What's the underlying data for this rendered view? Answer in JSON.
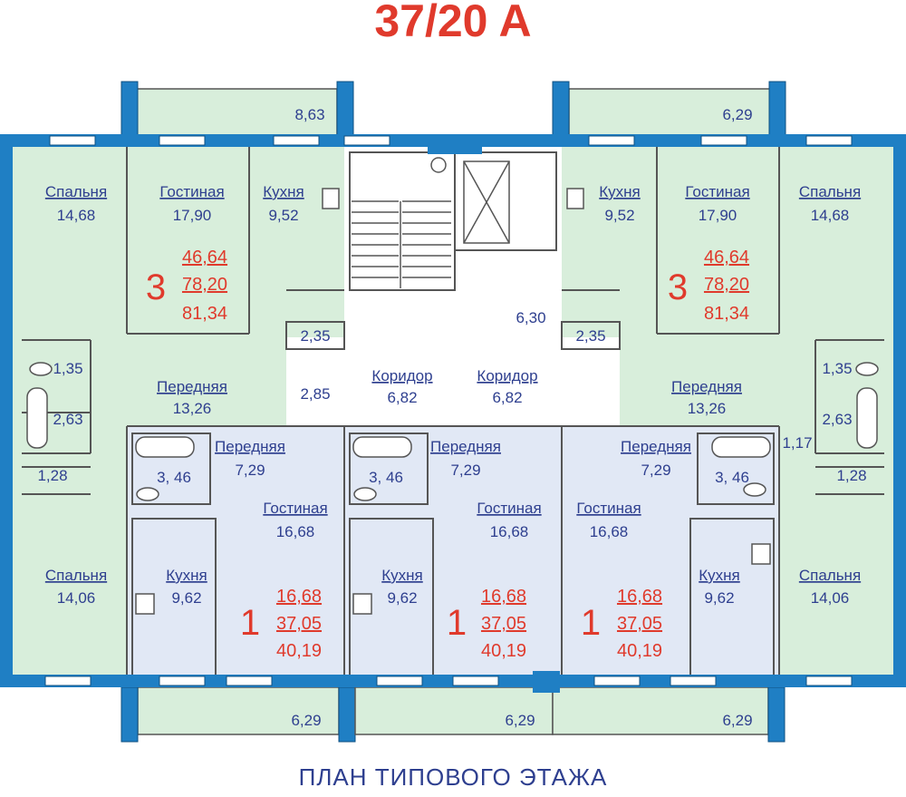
{
  "title": "37/20 A",
  "footer": "ПЛАН ТИПОВОГО ЭТАЖА",
  "colors": {
    "wall": "#1f7fc4",
    "green": "#d8eedb",
    "blue_room": "#e1e8f5",
    "stair": "#ffffff",
    "accent_red": "#e03a2c",
    "text_blue": "#2e3f8f"
  },
  "balconies": {
    "top_left": "8,63",
    "top_right": "6,29",
    "bottom_left": "6,29",
    "bottom_mid": "6,29",
    "bottom_right": "6,29"
  },
  "apt3_left": {
    "bedroom": {
      "label": "Спальня",
      "area": "14,68"
    },
    "living": {
      "label": "Гостиная",
      "area": "17,90"
    },
    "kitchen": {
      "label": "Кухня",
      "area": "9,52"
    },
    "closet": "2,35",
    "wc": "1,35",
    "bath": "2,63",
    "storage": "1,28",
    "hall": {
      "label": "Передняя",
      "area": "13,26"
    },
    "vestibule": "2,85",
    "bedroom2": {
      "label": "Спальня",
      "area": "14,06"
    },
    "rooms": "3",
    "living_area": "46,64",
    "total_area": "78,20",
    "full_area": "81,34"
  },
  "apt3_right": {
    "bedroom": {
      "label": "Спальня",
      "area": "14,68"
    },
    "living": {
      "label": "Гостиная",
      "area": "17,90"
    },
    "kitchen": {
      "label": "Кухня",
      "area": "9,52"
    },
    "closet": "2,35",
    "wc": "1,35",
    "bath": "2,63",
    "storage1": "1,17",
    "storage": "1,28",
    "hall": {
      "label": "Передняя",
      "area": "13,26"
    },
    "bedroom2": {
      "label": "Спальня",
      "area": "14,06"
    },
    "rooms": "3",
    "living_area": "46,64",
    "total_area": "78,20",
    "full_area": "81,34"
  },
  "stair": {
    "area": "6,30"
  },
  "corridor_left": {
    "label": "Коридор",
    "area": "6,82"
  },
  "corridor_right": {
    "label": "Коридор",
    "area": "6,82"
  },
  "apt1_left": {
    "hall": {
      "label": "Передняя",
      "area": "7,29"
    },
    "bath": "3, 46",
    "living": {
      "label": "Гостиная",
      "area": "16,68"
    },
    "kitchen": {
      "label": "Кухня",
      "area": "9,62"
    },
    "rooms": "1",
    "living_area": "16,68",
    "total_area": "37,05",
    "full_area": "40,19"
  },
  "apt1_mid": {
    "hall": {
      "label": "Передняя",
      "area": "7,29"
    },
    "bath": "3, 46",
    "living": {
      "label": "Гостиная",
      "area": "16,68"
    },
    "kitchen": {
      "label": "Кухня",
      "area": "9,62"
    },
    "rooms": "1",
    "living_area": "16,68",
    "total_area": "37,05",
    "full_area": "40,19"
  },
  "apt1_right": {
    "hall": {
      "label": "Передняя",
      "area": "7,29"
    },
    "bath": "3, 46",
    "living": {
      "label": "Гостиная",
      "area": "16,68"
    },
    "kitchen": {
      "label": "Кухня",
      "area": "9,62"
    },
    "rooms": "1",
    "living_area": "16,68",
    "total_area": "37,05",
    "full_area": "40,19"
  }
}
